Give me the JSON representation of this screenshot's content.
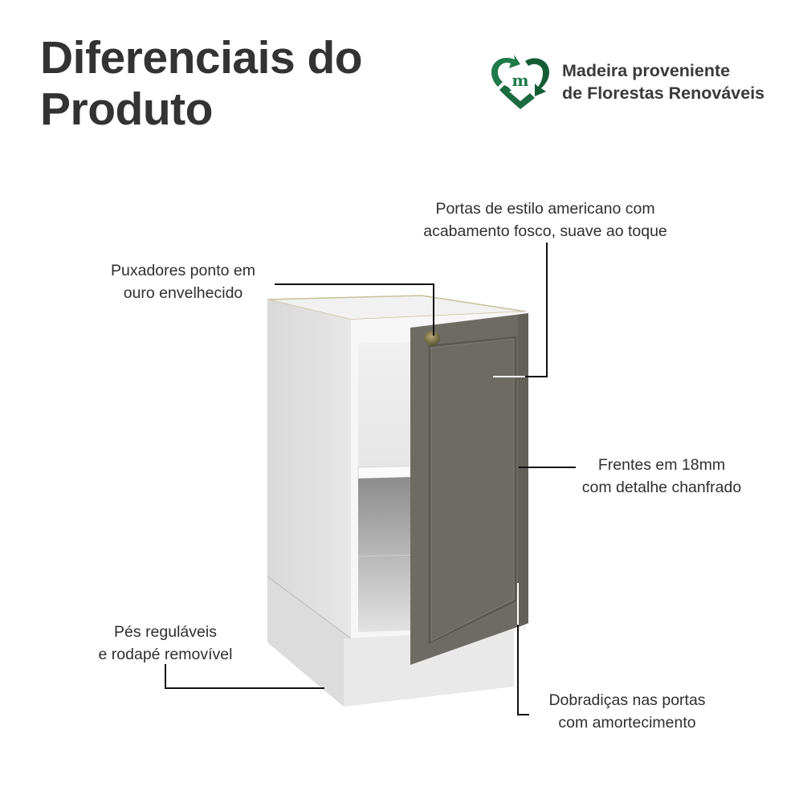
{
  "header": {
    "title_line1": "Diferenciais do",
    "title_line2": "Produto"
  },
  "badge": {
    "icon": "recycle-heart-m-icon",
    "line1": "Madeira proveniente",
    "line2": "de Florestas Renováveis",
    "colors": {
      "green_dark": "#145c36",
      "green": "#1f7a4a"
    }
  },
  "callouts": [
    {
      "id": "portas",
      "line1": "Portas de estilo americano com",
      "line2": "acabamento fosco, suave ao toque"
    },
    {
      "id": "puxadores",
      "line1": "Puxadores ponto em",
      "line2": "ouro envelhecido"
    },
    {
      "id": "frentes",
      "line1": "Frentes em 18mm",
      "line2": "com detalhe chanfrado"
    },
    {
      "id": "pes",
      "line1": "Pés reguláveis",
      "line2": "e rodapé removível"
    },
    {
      "id": "dobradicas",
      "line1": "Dobradiças nas portas",
      "line2": "com amortecimento"
    }
  ],
  "product": {
    "image": "kitchen-base-cabinet",
    "colors": {
      "body": "#e4e4e4",
      "door": "#6e6b65",
      "handle": "#8a7d55",
      "leader_line": "#111111"
    }
  }
}
